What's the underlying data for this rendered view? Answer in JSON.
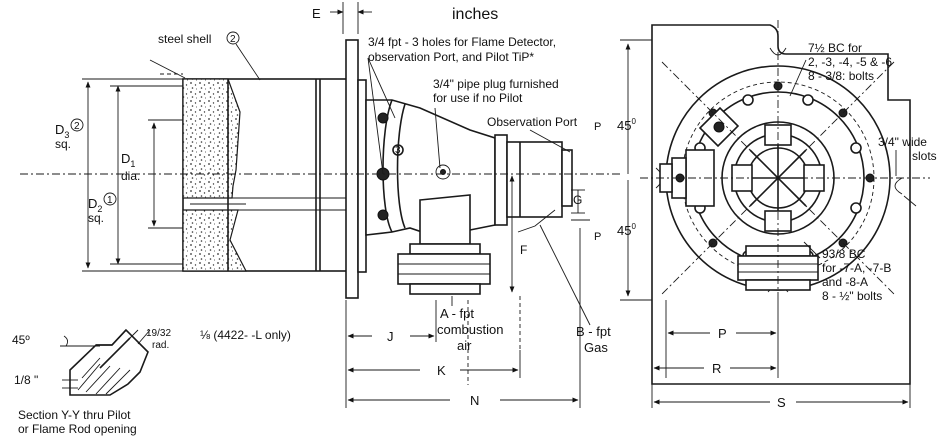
{
  "units_title": "inches",
  "labels": {
    "E": "E",
    "steel_shell": "steel shell",
    "steel_shell_note": "2",
    "holes_line1": "3/4 fpt - 3 holes for Flame Detector,",
    "holes_line2": "observation Port, and Pilot TiP*",
    "plug_line1": "3/4\" pipe plug furnished",
    "plug_line2": "for use if no Pilot",
    "observation_port": "Observation Port",
    "P_top": "P",
    "P_bottom": "P",
    "G": "G",
    "F": "F",
    "D3": "D",
    "D3_sub": "3",
    "D3_note": "2",
    "D3_sq": "sq.",
    "D1": "D",
    "D1_sub": "1",
    "D1_dia": "dia.",
    "D2": "D",
    "D2_sub": "2",
    "D2_note": "1",
    "D2_sq": "sq.",
    "callout_3": "3",
    "A_line1": "A - fpt",
    "A_line2": "combustion",
    "A_line3": "air",
    "B_line1": "B - fpt",
    "B_line2": "Gas",
    "J": "J",
    "K": "K",
    "N": "N",
    "P_dim": "P",
    "R": "R",
    "S": "S",
    "angle_45_top": "45",
    "angle_45_bottom": "45",
    "degree": "0",
    "bc_small_line1": "7½ BC for",
    "bc_small_line2": "2, -3, -4, -5 & -6",
    "bc_small_line3": "8 - 3/8: bolts",
    "wide_line1": "3/4\" wide",
    "wide_line2": "slots",
    "bc_large_line1": "93/8 BC",
    "bc_large_line2": "for -7-A, -7-B",
    "bc_large_line3": "and -8-A",
    "bc_large_line4": "8 - ½\" bolts",
    "detail_45": "45º",
    "detail_eighth": "1/8 \"",
    "detail_radius": "19/32",
    "detail_rad": "rad.",
    "footnote_4422": "⅛ (4422- -L only)",
    "section_line1": "Section Y-Y thru Pilot",
    "section_line2": "or Flame Rod opening"
  }
}
